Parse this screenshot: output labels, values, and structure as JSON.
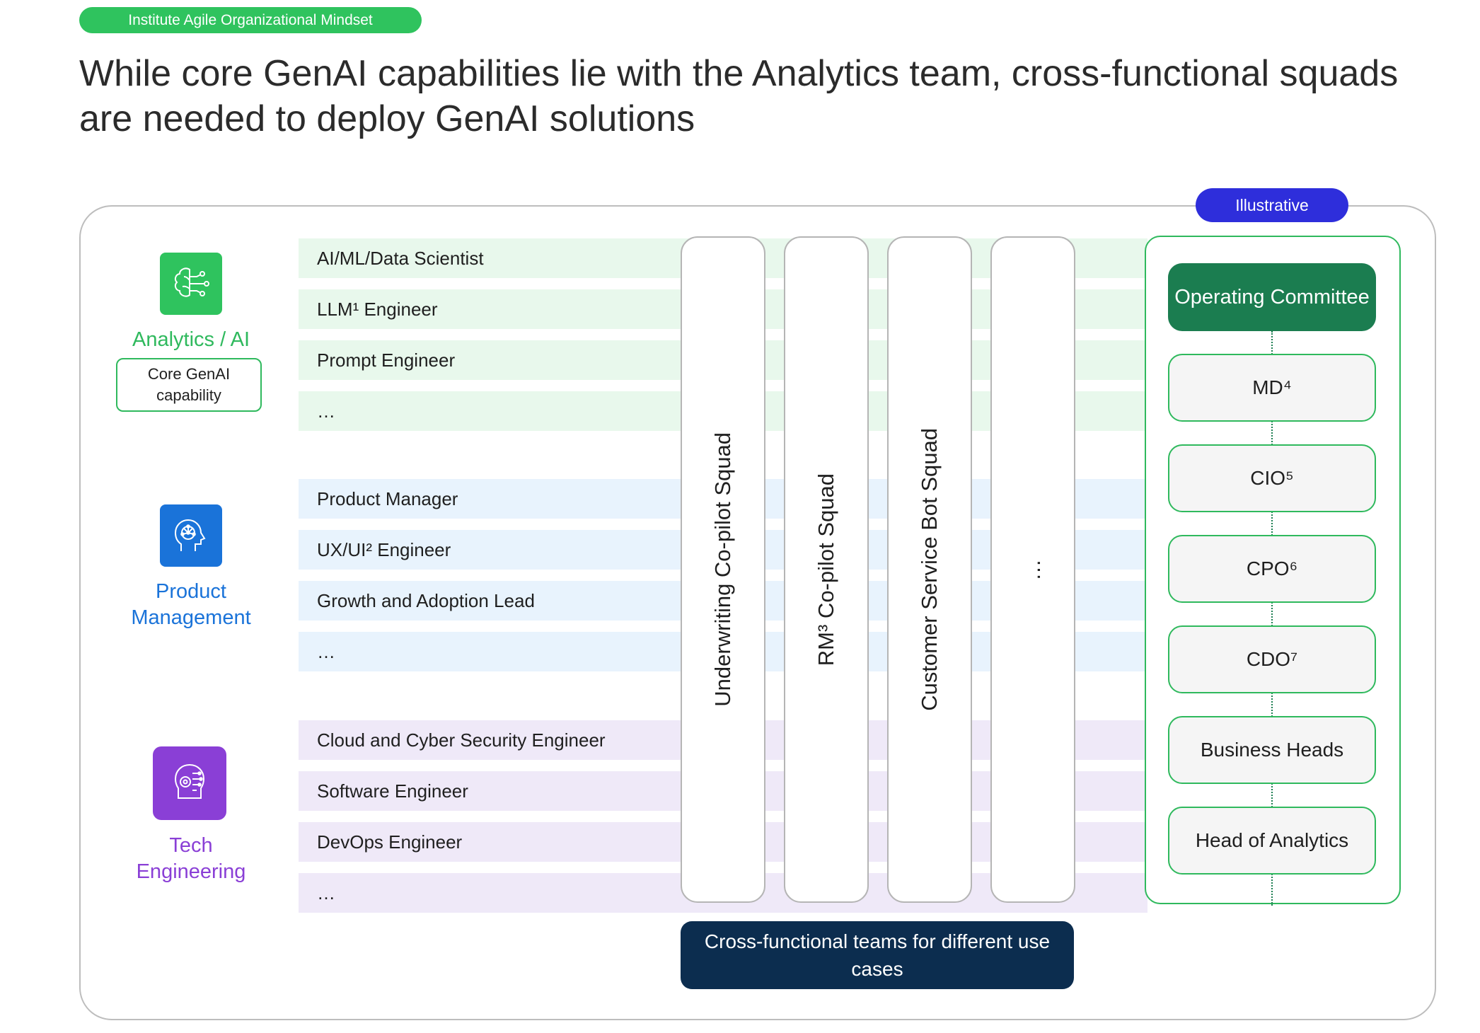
{
  "header": {
    "tag": "Institute Agile Organizational Mindset",
    "title": "While core GenAI capabilities lie with the Analytics team, cross-functional squads are needed to deploy GenAI solutions"
  },
  "badge": "Illustrative",
  "disciplines": {
    "analytics": {
      "label": "Analytics / AI",
      "core": "Core GenAI capability",
      "color": "#2fb95d",
      "icon": "brain-network-icon",
      "roles": [
        "AI/ML/Data Scientist",
        "LLM¹ Engineer",
        "Prompt Engineer",
        "…"
      ]
    },
    "product": {
      "label": "Product Management",
      "color": "#1a73d9",
      "icon": "head-network-icon",
      "roles": [
        "Product Manager",
        "UX/UI² Engineer",
        "Growth and Adoption Lead",
        "…"
      ]
    },
    "tech": {
      "label": "Tech Engineering",
      "color": "#8a3fd6",
      "icon": "ai-face-circuit-icon",
      "roles": [
        "Cloud and Cyber Security Engineer",
        "Software Engineer",
        "DevOps Engineer",
        "…"
      ]
    }
  },
  "squads": [
    "Underwriting Co-pilot Squad",
    "RM³ Co-pilot Squad",
    "Customer Service Bot Squad",
    "…"
  ],
  "cross_functional": "Cross-functional teams for different use cases",
  "governance": {
    "top": "Operating Committee",
    "roles": [
      "MD⁴",
      "CIO⁵",
      "CPO⁶",
      "CDO⁷",
      "Business Heads",
      "Head of Analytics"
    ]
  }
}
